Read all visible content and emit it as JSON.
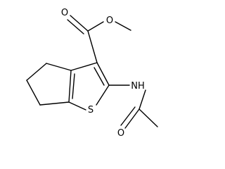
{
  "diagram": {
    "atom_labels": {
      "ester_carbonyl_o": "O",
      "ester_ether_o": "O",
      "amide_nh": "NH",
      "thiophene_s": "S",
      "amide_carbonyl_o": "O"
    },
    "colors": {
      "background": "#ffffff",
      "bond": "#000000",
      "text": "#000000"
    }
  }
}
